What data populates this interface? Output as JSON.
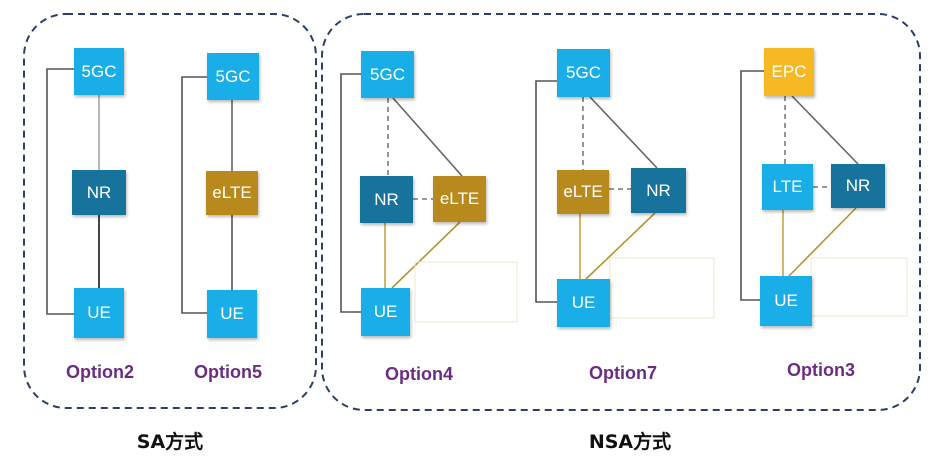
{
  "groups": {
    "sa": {
      "label": "SA方式"
    },
    "nsa": {
      "label": "NSA方式"
    }
  },
  "options": {
    "option2": {
      "label": "Option2",
      "core": "5GC",
      "access": [
        "NR"
      ],
      "ue": "UE"
    },
    "option5": {
      "label": "Option5",
      "core": "5GC",
      "access": [
        "eLTE"
      ],
      "ue": "UE"
    },
    "option4": {
      "label": "Option4",
      "core": "5GC",
      "access": [
        "NR",
        "eLTE"
      ],
      "ue": "UE"
    },
    "option7": {
      "label": "Option7",
      "core": "5GC",
      "access": [
        "eLTE",
        "NR"
      ],
      "ue": "UE"
    },
    "option3": {
      "label": "Option3",
      "core": "EPC",
      "access": [
        "LTE",
        "NR"
      ],
      "ue": "UE"
    }
  },
  "colors": {
    "5g_core": "#19aee8",
    "epc_core": "#f6b823",
    "nr": "#17739c",
    "elte": "#b88a1d",
    "lte": "#19aee8",
    "ue": "#19aee8",
    "option_label": "#6b2d82",
    "group_border": "#2c3e6b",
    "control_line": "#555555",
    "user_plane_line": "#c9a24b"
  }
}
